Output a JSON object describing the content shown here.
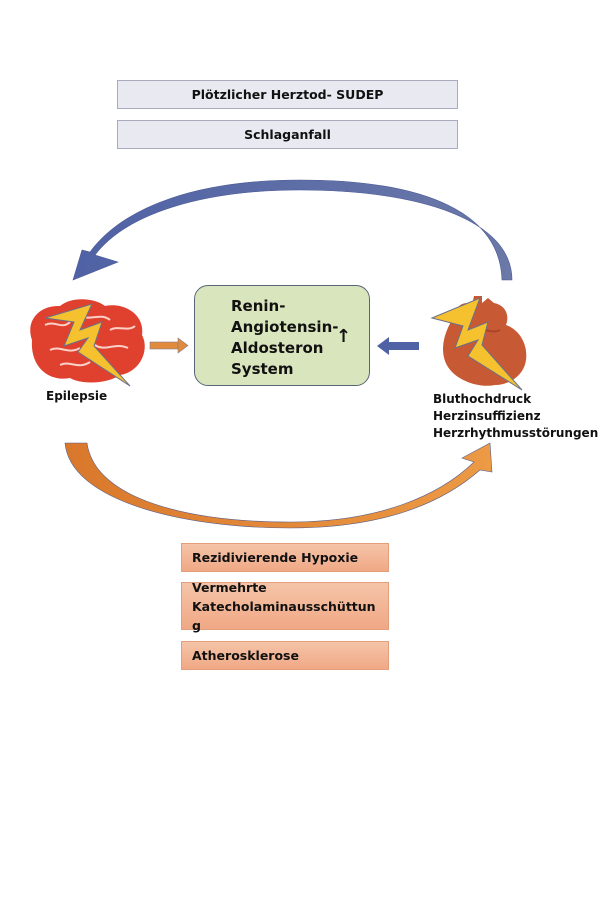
{
  "top_outcomes": [
    {
      "label": "Plötzlicher Herztod- SUDEP"
    },
    {
      "label": "Schlaganfall"
    }
  ],
  "center": {
    "lines": [
      "Renin-",
      "Angiotensin-",
      "Aldosteron",
      "System"
    ],
    "indicator": "↑",
    "indicator_meaning": "erhöht"
  },
  "left_node": {
    "icon": "brain-with-lightning-icon",
    "label": "Epilepsie"
  },
  "right_node": {
    "icon": "heart-with-lightning-icon",
    "labels": [
      "Bluthochdruck",
      "Herzinsuffizienz",
      "Herzrhythmusstörungen"
    ]
  },
  "mechanisms": [
    {
      "label": "Rezidivierende Hypoxie"
    },
    {
      "label": "Vermehrte Katecholaminausschüttung"
    },
    {
      "label": "Atherosklerose"
    }
  ],
  "colors": {
    "blue_arrow": "#5a6aa6",
    "orange_arrow": "#e08a3c",
    "top_box_fill": "#e8e9f1",
    "center_box_fill": "#d9e6bd",
    "bottom_box_fill": "#f3b797",
    "brain": "#e0412f",
    "heart": "#c75a35",
    "lightning": "#f5c12e"
  }
}
